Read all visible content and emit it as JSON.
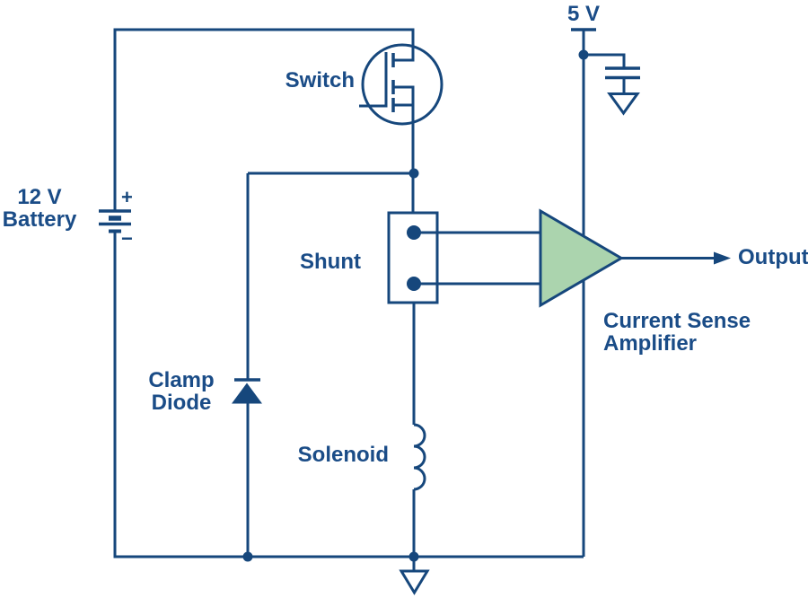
{
  "labels": {
    "supply": "5 V",
    "switch": "Switch",
    "battery_line1": "12 V",
    "battery_line2": "Battery",
    "battery_plus": "+",
    "battery_minus": "−",
    "shunt": "Shunt",
    "clamp_line1": "Clamp",
    "clamp_line2": "Diode",
    "solenoid": "Solenoid",
    "amplifier_line1": "Current Sense",
    "amplifier_line2": "Amplifier",
    "output": "Output"
  },
  "colors": {
    "wire": "#16477c",
    "text": "#1a4c87",
    "amp_fill": "#abd4ae",
    "bg": "#ffffff"
  }
}
